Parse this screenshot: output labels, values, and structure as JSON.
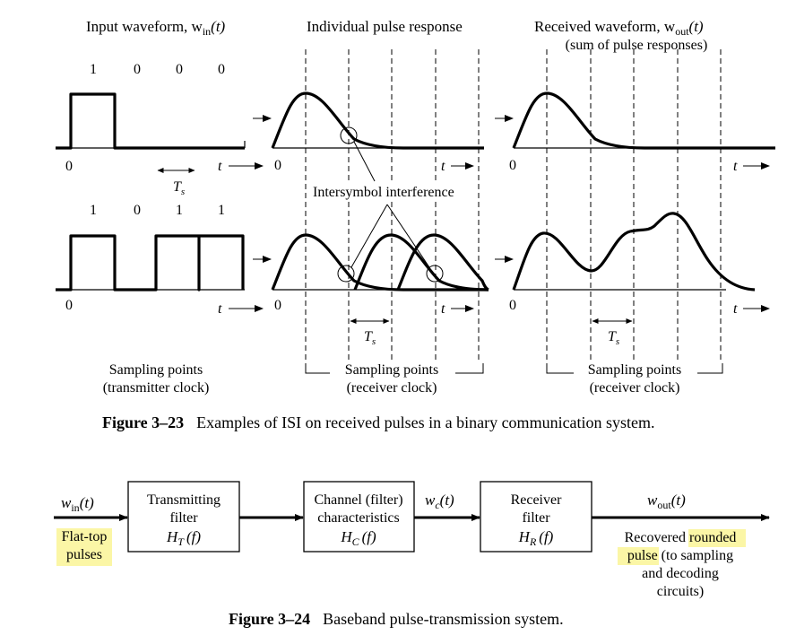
{
  "fig23": {
    "titles": {
      "input": "Input waveform, w",
      "input_sub": "in",
      "input_arg": "(t)",
      "pulse": "Individual pulse response",
      "received": "Received waveform, w",
      "received_sub": "out",
      "received_arg": "(t)",
      "received_note": "(sum of pulse responses)"
    },
    "bits_top": [
      "1",
      "0",
      "0",
      "0"
    ],
    "bits_bottom": [
      "1",
      "0",
      "1",
      "1"
    ],
    "zero": "0",
    "t": "t",
    "ts": "T",
    "ts_sub": "s",
    "isi": "Intersymbol interference",
    "sampling": {
      "left_1": "Sampling points",
      "left_2": "(transmitter clock)",
      "mid_1": "Sampling points",
      "mid_2": "(receiver clock)",
      "right_1": "Sampling points",
      "right_2": "(receiver clock)"
    },
    "caption_label": "Figure 3–23",
    "caption_text": "Examples of ISI on received pulses in a binary communication system."
  },
  "fig24": {
    "in_label": "w",
    "in_sub": "in",
    "in_arg": "(t)",
    "in_note_1": "Flat-top",
    "in_note_2": "pulses",
    "tx": {
      "line1": "Transmitting",
      "line2": "filter",
      "H": "H",
      "sub": "T",
      "arg": "(f)"
    },
    "ch": {
      "line1": "Channel (filter)",
      "line2": "characteristics",
      "H": "H",
      "sub": "C",
      "arg": "(f)"
    },
    "wc": "w",
    "wc_sub": "c",
    "wc_arg": "(t)",
    "rx": {
      "line1": "Receiver",
      "line2": "filter",
      "H": "H",
      "sub": "R",
      "arg": "(f)"
    },
    "out_label": "w",
    "out_sub": "out",
    "out_arg": "(t)",
    "out_note": {
      "l1_a": "Recovered ",
      "l1_b": "rounded",
      "l2_a": "pulse",
      "l2_b": " (to sampling",
      "l3": "and decoding",
      "l4": "circuits)"
    },
    "caption_label": "Figure 3–24",
    "caption_text": "Baseband pulse-transmission system."
  },
  "colors": {
    "highlight": "#fbf6a6",
    "ink": "#000000"
  }
}
